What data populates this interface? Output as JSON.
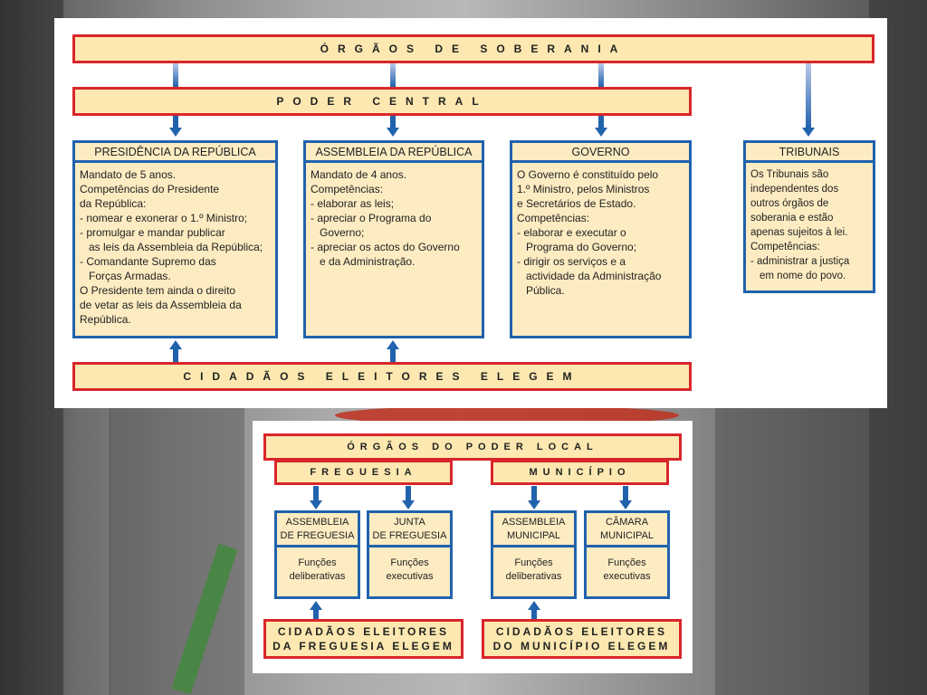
{
  "top": {
    "orgaos_soberania": "ÓRGÃOS DE SOBERANIA",
    "poder_central": "PODER CENTRAL",
    "cidadaos": "CIDADÃOS ELEITORES ELEGEM",
    "boxes": [
      {
        "title": "PRESIDÊNCIA DA REPÚBLICA",
        "lines": [
          "Mandato de 5 anos.",
          "Competências do Presidente",
          "da República:",
          "- nomear e exonerar o 1.º Ministro;",
          "- promulgar e mandar publicar",
          "as leis da Assembleia da República;",
          "- Comandante Supremo das",
          "Forças Armadas.",
          "O Presidente tem ainda o direito",
          "de vetar as leis da Assembleia da",
          "República."
        ]
      },
      {
        "title": "ASSEMBLEIA DA REPÚBLICA",
        "lines": [
          "Mandato de 4 anos.",
          "Competências:",
          "- elaborar as leis;",
          "- apreciar o Programa do",
          "Governo;",
          "- apreciar os actos do Governo",
          "e da Administração."
        ]
      },
      {
        "title": "GOVERNO",
        "lines": [
          "O Governo é constituído pelo",
          "1.º Ministro, pelos Ministros",
          "e Secretários de Estado.",
          "Competências:",
          "- elaborar e executar o",
          "Programa do Governo;",
          "- dirigir os serviços e a",
          "actividade da Administração",
          "Pública."
        ]
      },
      {
        "title": "TRIBUNAIS",
        "lines": [
          "Os Tribunais são",
          "independentes dos",
          "outros órgãos de",
          "soberania e estão",
          "apenas sujeitos à lei.",
          "Competências:",
          "- administrar a justiça",
          "em nome do povo."
        ]
      }
    ]
  },
  "bottom": {
    "orgaos_poder_local": "ÓRGÃOS DO PODER LOCAL",
    "freguesia": "FREGUESIA",
    "municipio": "MUNICÍPIO",
    "boxes": [
      {
        "title1": "ASSEMBLEIA",
        "title2": "DE FREGUESIA",
        "body1": "Funções",
        "body2": "deliberativas"
      },
      {
        "title1": "JUNTA",
        "title2": "DE FREGUESIA",
        "body1": "Funções",
        "body2": "executivas"
      },
      {
        "title1": "ASSEMBLEIA",
        "title2": "MUNICIPAL",
        "body1": "Funções",
        "body2": "deliberativas"
      },
      {
        "title1": "CÂMARA",
        "title2": "MUNICIPAL",
        "body1": "Funções",
        "body2": "executivas"
      }
    ],
    "cidadaos_freguesia_1": "CIDADÃOS ELEITORES",
    "cidadaos_freguesia_2": "DA FREGUESIA ELEGEM",
    "cidadaos_municipio_1": "CIDADÃOS ELEITORES",
    "cidadaos_municipio_2": "DO MUNICÍPIO ELEGEM"
  }
}
